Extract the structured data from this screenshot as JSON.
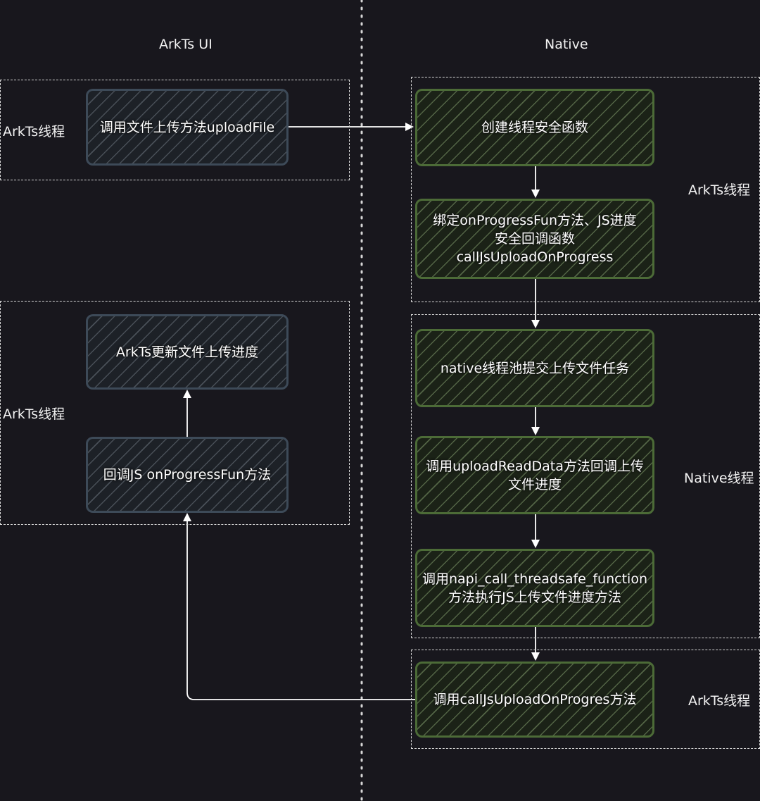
{
  "columns": {
    "left": "ArkTs UI",
    "right": "Native"
  },
  "regions": {
    "left_top": "ArkTs线程",
    "left_bottom": "ArkTs线程",
    "right_top": "ArkTs线程",
    "right_middle": "Native线程",
    "right_bottom": "ArkTs线程"
  },
  "nodes": {
    "upload_file": "调用文件上传方法uploadFile",
    "create_tsfn": "创建线程安全函数",
    "bind_callback": "绑定onProgressFun方法、JS进度\n安全回调函数\ncallJsUploadOnProgress",
    "update_progress": "ArkTs更新文件上传进度",
    "callback_js": "回调JS onProgressFun方法",
    "submit_task": "native线程池提交上传文件任务",
    "read_data": "调用uploadReadData方法回调上传\n文件进度",
    "call_tsfn": "调用napi_call_threadsafe_function\n方法执行JS上传文件进度方法",
    "call_js_progress": "调用callJsUploadOnProgres方法"
  },
  "colors": {
    "background": "#18171d",
    "arkts_node_border": "#3d4a58",
    "native_node_border": "#4c6b37",
    "arrow": "#ffffff",
    "dashed": "#d6d6d6"
  }
}
